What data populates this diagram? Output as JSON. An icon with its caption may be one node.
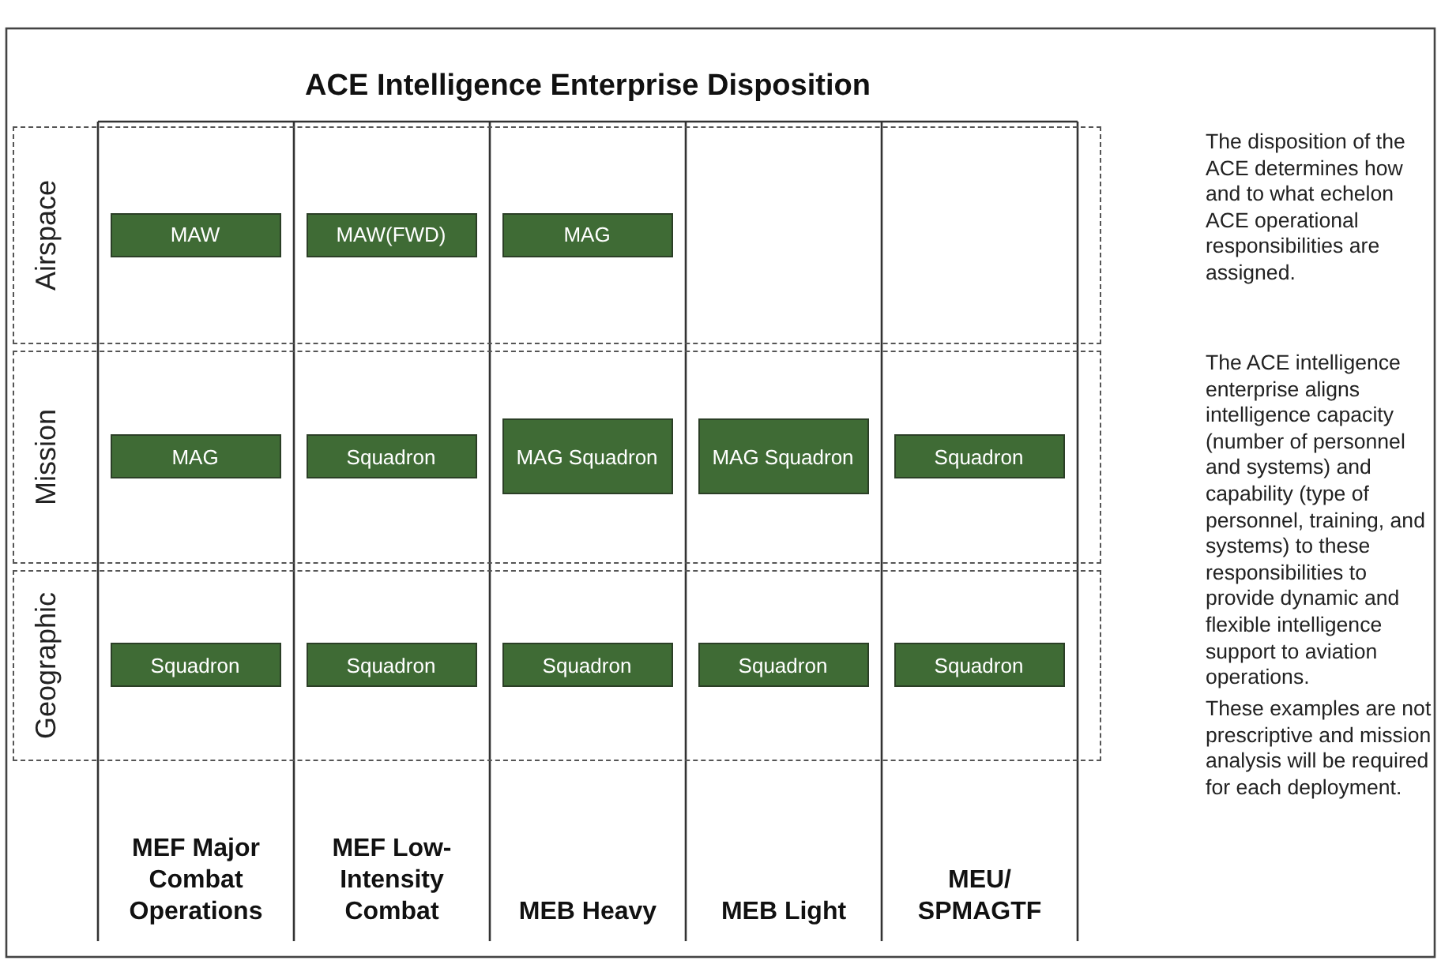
{
  "diagram": {
    "title": "ACE Intelligence Enterprise Disposition",
    "nodes": [
      {
        "text": [
          "Airspace"
        ]
      },
      {
        "text": [
          "MAW"
        ],
        "in": 0
      },
      {
        "text": [
          "MAW(FWD)"
        ],
        "in": 0
      },
      {
        "text": [
          "MAG"
        ],
        "in": 0
      },
      {
        "text": [
          "Mission"
        ]
      },
      {
        "text": [
          "MAG"
        ],
        "in": 4
      },
      {
        "text": [
          "Squadron"
        ],
        "in": 4
      },
      {
        "text": [
          "MAG Squadron"
        ],
        "in": 4
      },
      {
        "text": [
          "MAG Squadron"
        ],
        "in": 4
      },
      {
        "text": [
          "Squadron"
        ],
        "in": 4
      },
      {
        "text": [
          "Geographic"
        ]
      },
      {
        "text": [
          "Squadron"
        ],
        "in": 10
      },
      {
        "text": [
          "Squadron"
        ],
        "in": 10
      },
      {
        "text": [
          "Squadron"
        ],
        "in": 10
      },
      {
        "text": [
          "Squadron"
        ],
        "in": 10
      },
      {
        "text": [
          "Squadron"
        ],
        "in": 10
      }
    ],
    "edges": [],
    "labels": [
      "MEF Major Combat Operations",
      "MEF Low-Intensity Combat",
      "MEB Heavy",
      "MEB Light",
      "MEU/ SPMAGTF",
      "The disposition of the ACE determines how and to what echelon ACE operational responsibilities are assigned.",
      "The ACE intelligence enterprise aligns intelligence capacity (number of personnel and systems) and capability (type of personnel, training, and systems) to these responsibilities to provide dynamic and flexible intelligence support to aviation operations.",
      "These examples are not prescriptive and mission analysis will be required for each deployment."
    ]
  }
}
